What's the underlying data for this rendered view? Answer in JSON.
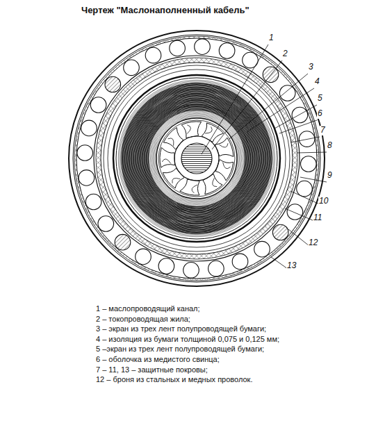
{
  "diagram": {
    "title": "Чертеж \"Маслонаполненный кабель\"",
    "labels": [
      "1",
      "2",
      "3",
      "4",
      "5",
      "6",
      "7",
      "8",
      "9",
      "10",
      "11",
      "12",
      "13",
      "1 – маслопроводящий канал;",
      "2 – токопроводящая жила;",
      "3 – экран из трех лент полупроводящей бумаги;",
      "4 – изоляция из бумаги толщиной 0,075 и 0,125 мм;",
      "5 –экран из трех лент полупроводящей бумаги;",
      "6 – оболочка из медистого свинца;",
      "7 – 11, 13 – защитные покровы;",
      "12 – броня из стальных и медных проволок."
    ]
  }
}
